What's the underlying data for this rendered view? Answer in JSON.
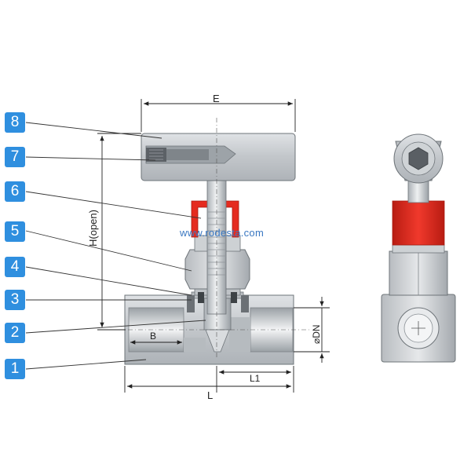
{
  "colors": {
    "tag_blue": "#2f8fdf",
    "metal": "#c4c8cc",
    "metal_dark": "#8c9297",
    "seal_red": "#e52b1f",
    "watermark": "#3a78c2"
  },
  "callouts": [
    {
      "number": "8"
    },
    {
      "number": "7"
    },
    {
      "number": "6"
    },
    {
      "number": "5"
    },
    {
      "number": "4"
    },
    {
      "number": "3"
    },
    {
      "number": "2"
    },
    {
      "number": "1"
    }
  ],
  "dimensions": {
    "E": "E",
    "H": "H(open)",
    "B": "B",
    "L1": "L1",
    "L": "L",
    "DN": "⌀DN"
  },
  "watermark": "www.rodesta.com"
}
